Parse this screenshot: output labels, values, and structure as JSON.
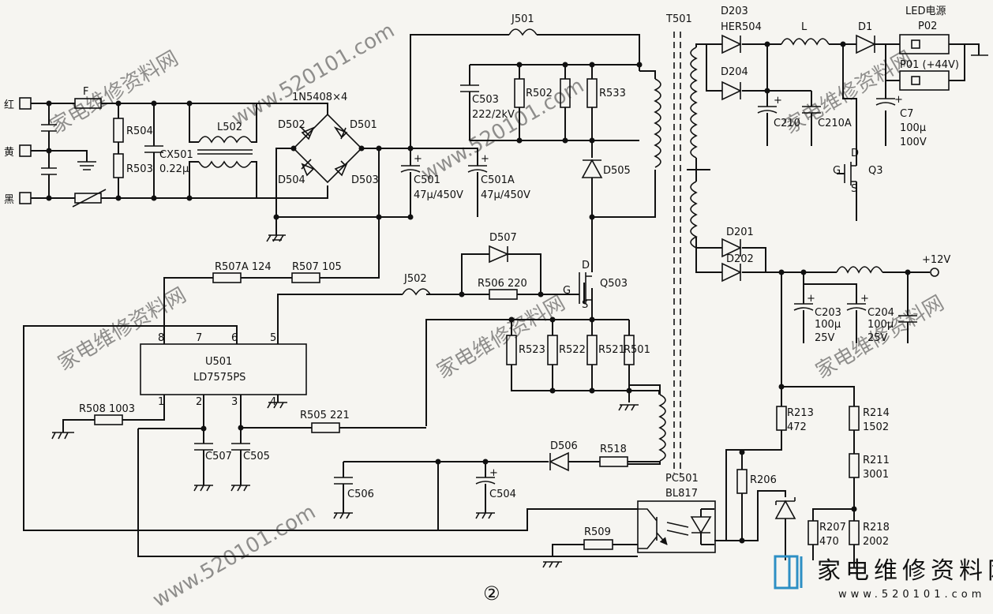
{
  "ports": {
    "red": "红",
    "yellow": "黄",
    "black": "黑"
  },
  "fuse": "F",
  "bridge": {
    "part": "1N5408×4",
    "d502": "D502",
    "d501": "D501",
    "d504": "D504",
    "d503": "D503"
  },
  "l502": "L502",
  "r504": "R504",
  "r503": "R503",
  "cx501": {
    "name": "CX501",
    "value": "0.22μ"
  },
  "c501": {
    "name": "C501",
    "value": "47μ/450V"
  },
  "c501a": {
    "name": "C501A",
    "value": "47μ/450V"
  },
  "j501": "J501",
  "j502": "J502",
  "c503": {
    "name": "C503",
    "value": "222/2kV"
  },
  "r502": "R502",
  "r533": "R533",
  "d505": "D505",
  "t501": "T501",
  "d203": {
    "name": "D203",
    "part": "HER504"
  },
  "d204": "D204",
  "inductor_l": "L",
  "d1": "D1",
  "led_power": {
    "title": "LED电源",
    "p02": "P02",
    "p01": "P01 (+44V)"
  },
  "c210": "C210",
  "c210a": "C210A",
  "c7": {
    "name": "C7",
    "value": "100μ",
    "voltage": "100V"
  },
  "q3": {
    "name": "Q3",
    "d": "D",
    "g": "G",
    "s": "S"
  },
  "d201": "D201",
  "d202": "D202",
  "plus12": "+12V",
  "c203": {
    "name": "C203",
    "value": "100μ",
    "voltage": "25V"
  },
  "c204": {
    "name": "C204",
    "value": "100μ",
    "voltage": "25V"
  },
  "r507a": "R507A 124",
  "r507": "R507 105",
  "d507": "D507",
  "r506": "R506 220",
  "q503": {
    "name": "Q503",
    "d": "D",
    "g": "G",
    "s": "S"
  },
  "u501": {
    "name": "U501",
    "part": "LD7575PS",
    "pins": [
      "1",
      "2",
      "3",
      "4",
      "5",
      "6",
      "7",
      "8"
    ]
  },
  "r523": "R523",
  "r522": "R522",
  "r521": "R521",
  "r501": "R501",
  "r508": "R508 1003",
  "r505": "R505 221",
  "c507": "C507",
  "c505": "C505",
  "c506": "C506",
  "c504": "C504",
  "d506": "D506",
  "r518": "R518",
  "pc501": {
    "name": "PC501",
    "part": "BL817"
  },
  "r509": "R509",
  "r206": "R206",
  "r213": {
    "name": "R213",
    "value": "472"
  },
  "r214": {
    "name": "R214",
    "value": "1502"
  },
  "r211": {
    "name": "R211",
    "value": "3001"
  },
  "r207": {
    "name": "R207",
    "value": "470"
  },
  "r218": {
    "name": "R218",
    "value": "2002"
  },
  "figure_number": "②",
  "watermark": {
    "text": "家电维修资料网",
    "url": "www.520101.com",
    "logo_text": "家电维修资料网",
    "logo_url": "www.520101.com"
  }
}
